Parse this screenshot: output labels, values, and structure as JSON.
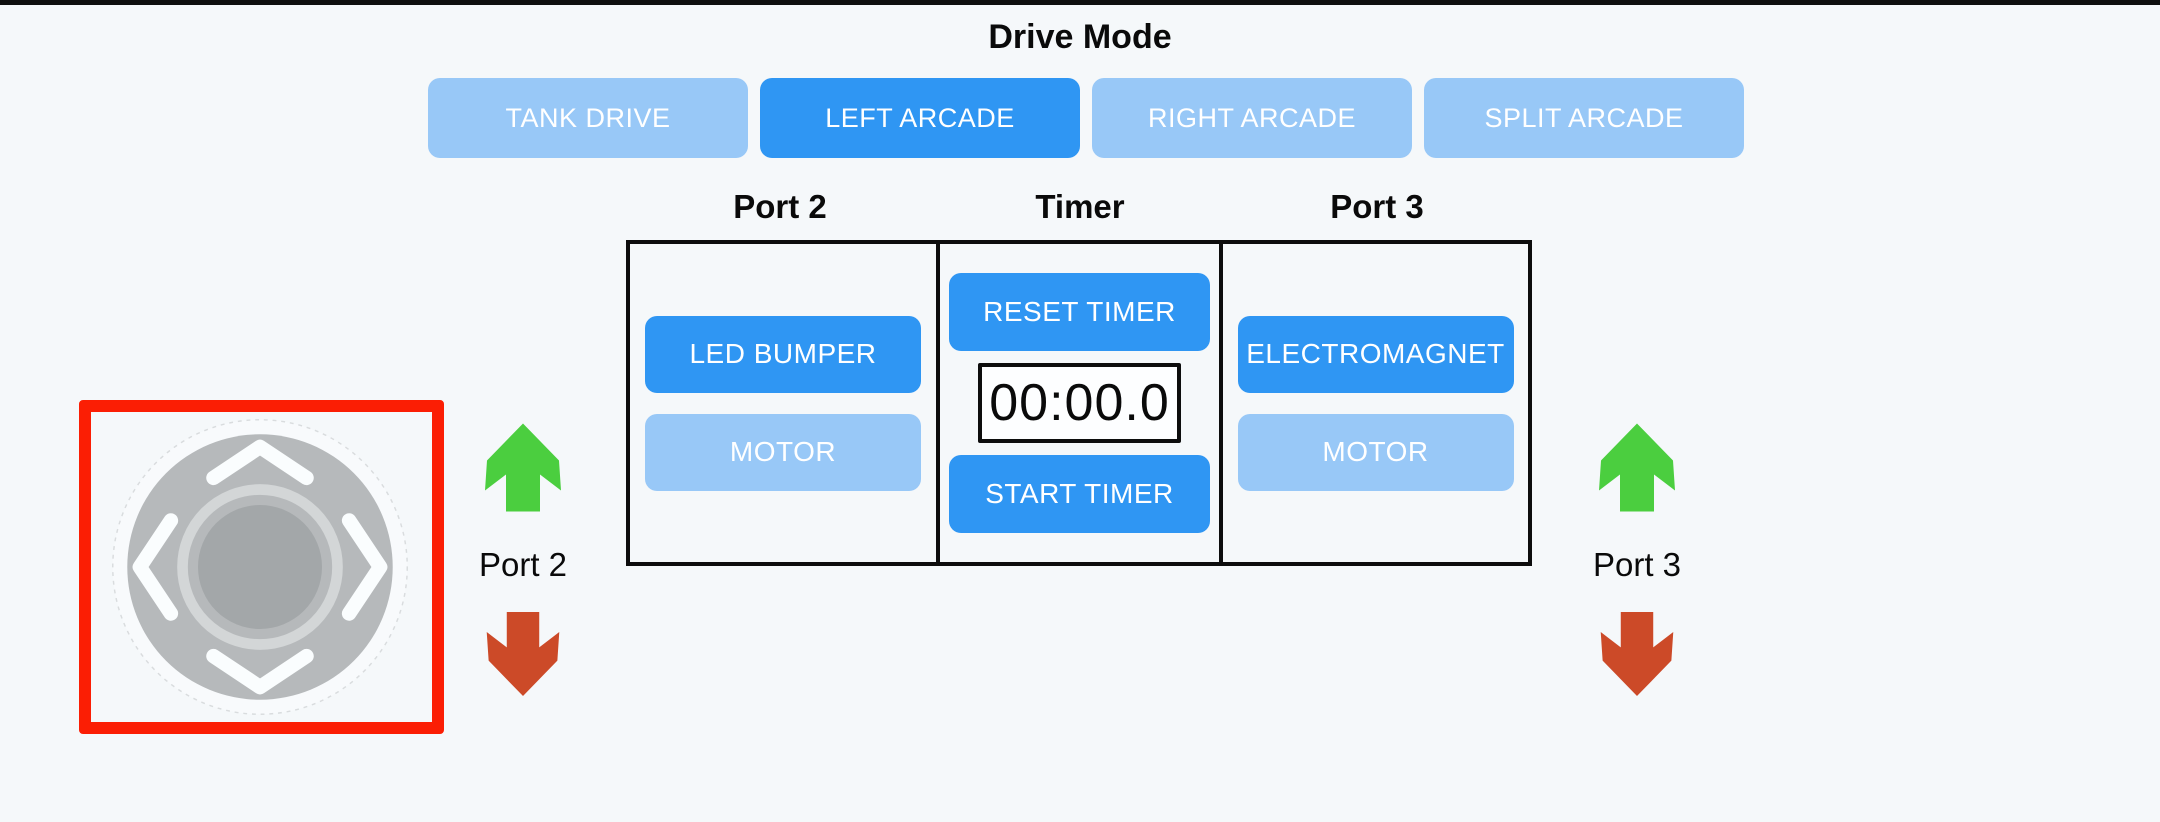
{
  "drive_mode": {
    "title": "Drive Mode",
    "buttons": [
      {
        "label": "TANK DRIVE",
        "active": false
      },
      {
        "label": "LEFT ARCADE",
        "active": true
      },
      {
        "label": "RIGHT ARCADE",
        "active": false
      },
      {
        "label": "SPLIT ARCADE",
        "active": false
      }
    ]
  },
  "control_panel": {
    "columns": [
      {
        "header": "Port 2",
        "buttons": [
          {
            "label": "LED BUMPER",
            "state": "active"
          },
          {
            "label": "MOTOR",
            "state": "inactive"
          }
        ]
      },
      {
        "header": "Timer",
        "reset_label": "RESET TIMER",
        "display": "00:00.0",
        "start_label": "START TIMER"
      },
      {
        "header": "Port 3",
        "buttons": [
          {
            "label": "ELECTROMAGNET",
            "state": "active"
          },
          {
            "label": "MOTOR",
            "state": "inactive"
          }
        ]
      }
    ]
  },
  "joystick": {
    "icon": "joystick-dpad",
    "highlighted": true,
    "chevrons": [
      "up",
      "left",
      "right",
      "down"
    ]
  },
  "port_indicators": [
    {
      "label": "Port 2",
      "up_icon": "green-up-arrow",
      "down_icon": "red-down-arrow"
    },
    {
      "label": "Port 3",
      "up_icon": "green-up-arrow",
      "down_icon": "red-down-arrow"
    }
  ],
  "colors": {
    "background": "#f5f8fa",
    "accent_blue": "#2f96f3",
    "inactive_blue": "#98c8f7",
    "highlight_red": "#fb1e04",
    "arrow_green": "#4bce3f",
    "arrow_red": "#cc4a28",
    "joystick_pad": "#b6b9bb",
    "joystick_knob": "#a3a7a9"
  }
}
